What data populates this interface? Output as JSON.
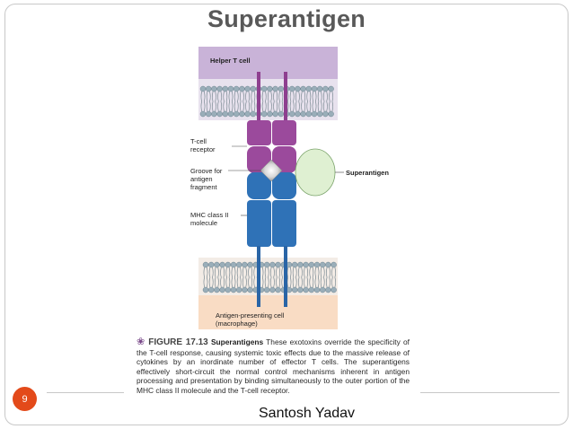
{
  "slide": {
    "title": "Superantigen",
    "page_number": "9",
    "author": "Santosh Yadav"
  },
  "figure": {
    "top_region_label": "Helper T cell",
    "bottom_region_label_line1": "Antigen-presenting cell",
    "bottom_region_label_line2": "(macrophage)",
    "tcr_label_line1": "T-cell",
    "tcr_label_line2": "receptor",
    "groove_label_line1": "Groove for",
    "groove_label_line2": "antigen",
    "groove_label_line3": "fragment",
    "mhc_label_line1": "MHC class II",
    "mhc_label_line2": "molecule",
    "superantigen_label": "Superantigen",
    "colors": {
      "tcell_region": "#c9b3d8",
      "apc_region": "#f9dcc4",
      "tcr": "#9b4a9c",
      "mhc": "#2f72b7",
      "superantigen": "#dff0d2",
      "lipid_head": "#9aaeb9"
    }
  },
  "caption": {
    "icon": "figure-icon",
    "figure_number": "FIGURE 17.13",
    "figure_title": "Superantigens",
    "text": "These exotoxins override the specificity of the T-cell response, causing systemic toxic effects due to the massive release of cytokines by an inordinate number of effector T cells. The superantigens effectively short-circuit the normal control mechanisms inherent in antigen processing and presentation by binding simultaneously to the outer portion of the MHC class II molecule and the T-cell receptor."
  }
}
